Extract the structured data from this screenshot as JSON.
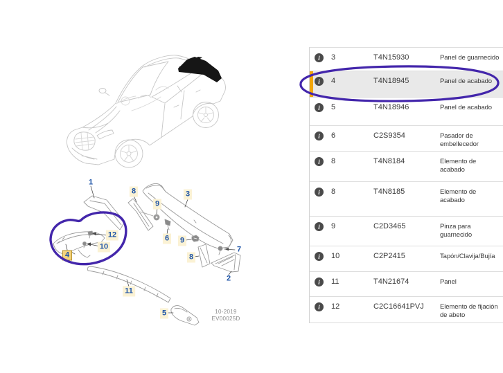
{
  "diagram": {
    "date_code": {
      "line1": "10-2019",
      "line2": "EV00025D"
    },
    "labels": [
      {
        "num": "1",
        "style": "plain"
      },
      {
        "num": "8",
        "style": "box"
      },
      {
        "num": "3",
        "style": "box"
      },
      {
        "num": "9",
        "style": "box"
      },
      {
        "num": "12",
        "style": "box"
      },
      {
        "num": "10",
        "style": "box"
      },
      {
        "num": "4",
        "style": "selected"
      },
      {
        "num": "6",
        "style": "box"
      },
      {
        "num": "9",
        "style": "box"
      },
      {
        "num": "8",
        "style": "box"
      },
      {
        "num": "7",
        "style": "plain"
      },
      {
        "num": "2",
        "style": "plain"
      },
      {
        "num": "11",
        "style": "box"
      },
      {
        "num": "5",
        "style": "box"
      }
    ]
  },
  "table": {
    "info_icon_glyph": "i",
    "rows": [
      {
        "num": "3",
        "code": "T4N15930",
        "desc": "Panel de guarnecido",
        "selected": false
      },
      {
        "num": "4",
        "code": "T4N18945",
        "desc": "Panel de acabado",
        "selected": true
      },
      {
        "num": "5",
        "code": "T4N18946",
        "desc": "Panel de acabado",
        "selected": false
      },
      {
        "num": "6",
        "code": "C2S9354",
        "desc": "Pasador de embellecedor",
        "selected": false
      },
      {
        "num": "8",
        "code": "T4N8184",
        "desc": "Elemento de acabado",
        "selected": false
      },
      {
        "num": "8",
        "code": "T4N8185",
        "desc": "Elemento de acabado",
        "selected": false
      },
      {
        "num": "9",
        "code": "C2D3465",
        "desc": "Pinza para guarnecido",
        "selected": false
      },
      {
        "num": "10",
        "code": "C2P2415",
        "desc": "Tapón/Clavija/Bujía",
        "selected": false
      },
      {
        "num": "11",
        "code": "T4N21674",
        "desc": "Panel",
        "selected": false
      },
      {
        "num": "12",
        "code": "C2C16641PVJ",
        "desc": "Elemento de fijación de abeto",
        "selected": false
      }
    ]
  },
  "colors": {
    "annotation_purple": "#4326ab",
    "selected_row_bg": "#e9e9e9",
    "selected_row_bar": "#f2a60a",
    "label_blue": "#2156a8",
    "label_box_bg": "#fbf2d4",
    "label_selected_bg": "#f4d27c"
  }
}
